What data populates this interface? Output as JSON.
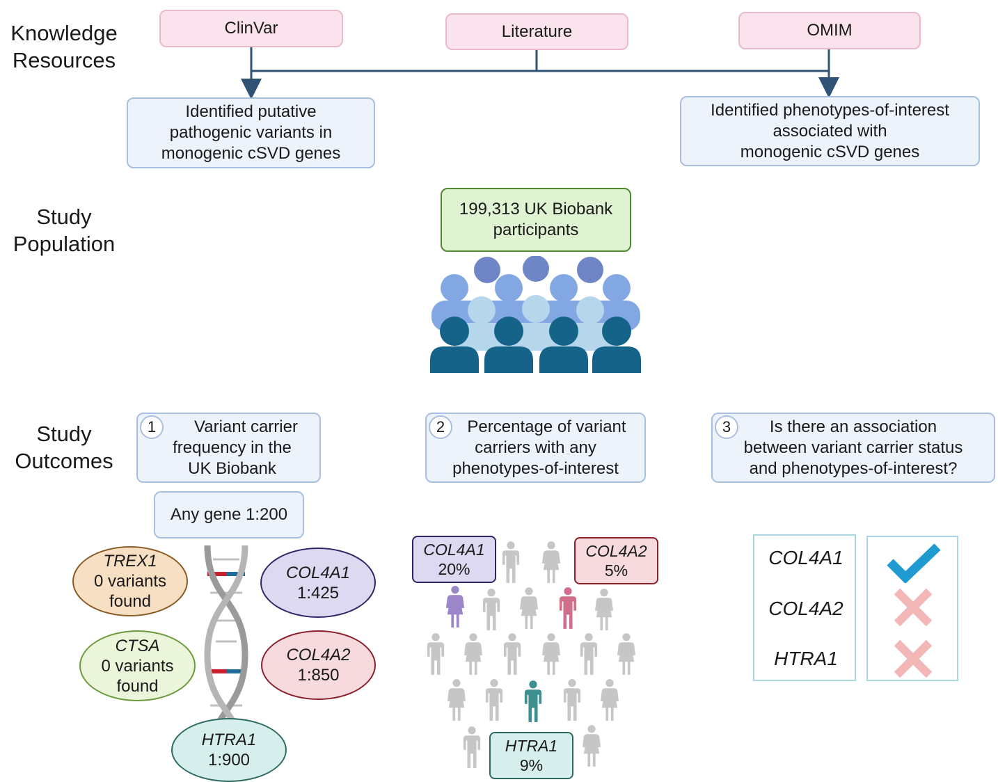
{
  "sections": {
    "knowledge": [
      "Knowledge",
      "Resources"
    ],
    "population": [
      "Study",
      "Population"
    ],
    "outcomes": [
      "Study",
      "Outcomes"
    ]
  },
  "resources": {
    "clinvar": "ClinVar",
    "literature": "Literature",
    "omim": "OMIM"
  },
  "identified": {
    "variants": [
      "Identified putative",
      "pathogenic variants in",
      "monogenic cSVD genes"
    ],
    "phenotypes": [
      "Identified phenotypes-of-interest",
      "associated with",
      "monogenic cSVD genes"
    ]
  },
  "population": [
    "199,313 UK Biobank",
    "participants"
  ],
  "outcomes": [
    {
      "num": "1",
      "lines": [
        "Variant carrier",
        "frequency in the",
        "UK Biobank"
      ]
    },
    {
      "num": "2",
      "lines": [
        "Percentage of variant",
        "carriers with any",
        "phenotypes-of-interest"
      ]
    },
    {
      "num": "3",
      "lines": [
        "Is there an association",
        "between variant carrier status",
        "and phenotypes-of-interest?"
      ]
    }
  ],
  "any_gene": "Any gene 1:200",
  "frequencies": {
    "trex1": {
      "gene": "TREX1",
      "l1": "0 variants",
      "l2": "found"
    },
    "ctsa": {
      "gene": "CTSA",
      "l1": "0 variants",
      "l2": "found"
    },
    "col4a1": {
      "gene": "COL4A1",
      "value": "1:425"
    },
    "col4a2": {
      "gene": "COL4A2",
      "value": "1:850"
    },
    "htra1": {
      "gene": "HTRA1",
      "value": "1:900"
    }
  },
  "percentages": {
    "col4a1": {
      "gene": "COL4A1",
      "value": "20%"
    },
    "col4a2": {
      "gene": "COL4A2",
      "value": "5%"
    },
    "htra1": {
      "gene": "HTRA1",
      "value": "9%"
    }
  },
  "association": [
    {
      "gene": "COL4A1",
      "result": "check-icon"
    },
    {
      "gene": "COL4A2",
      "result": "cross-icon"
    },
    {
      "gene": "HTRA1",
      "result": "cross-icon"
    }
  ],
  "colors": {
    "pink_fill": "#fbe3ee",
    "blue_fill": "#edf3fb",
    "green_fill": "#dff3d2",
    "line": "#2f5275",
    "col4a1": "#9a86c9",
    "col4a2": "#d16f8b",
    "htra1": "#3d8f8f",
    "gray_person": "#c6c6c6",
    "check": "#1f9bd2",
    "cross": "#f2b7b6"
  }
}
